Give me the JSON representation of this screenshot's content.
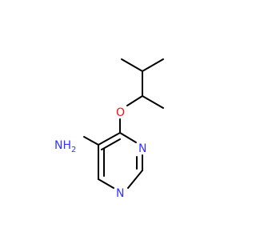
{
  "molecule": {
    "atoms": {
      "nh2": "NH",
      "nh2_subscript": "2",
      "ether_o": "O",
      "ring_n1": "N",
      "ring_n3": "N"
    },
    "colors": {
      "nitrogen": "#3333ff",
      "oxygen": "#ff0d0d",
      "bond": "#000000"
    }
  }
}
